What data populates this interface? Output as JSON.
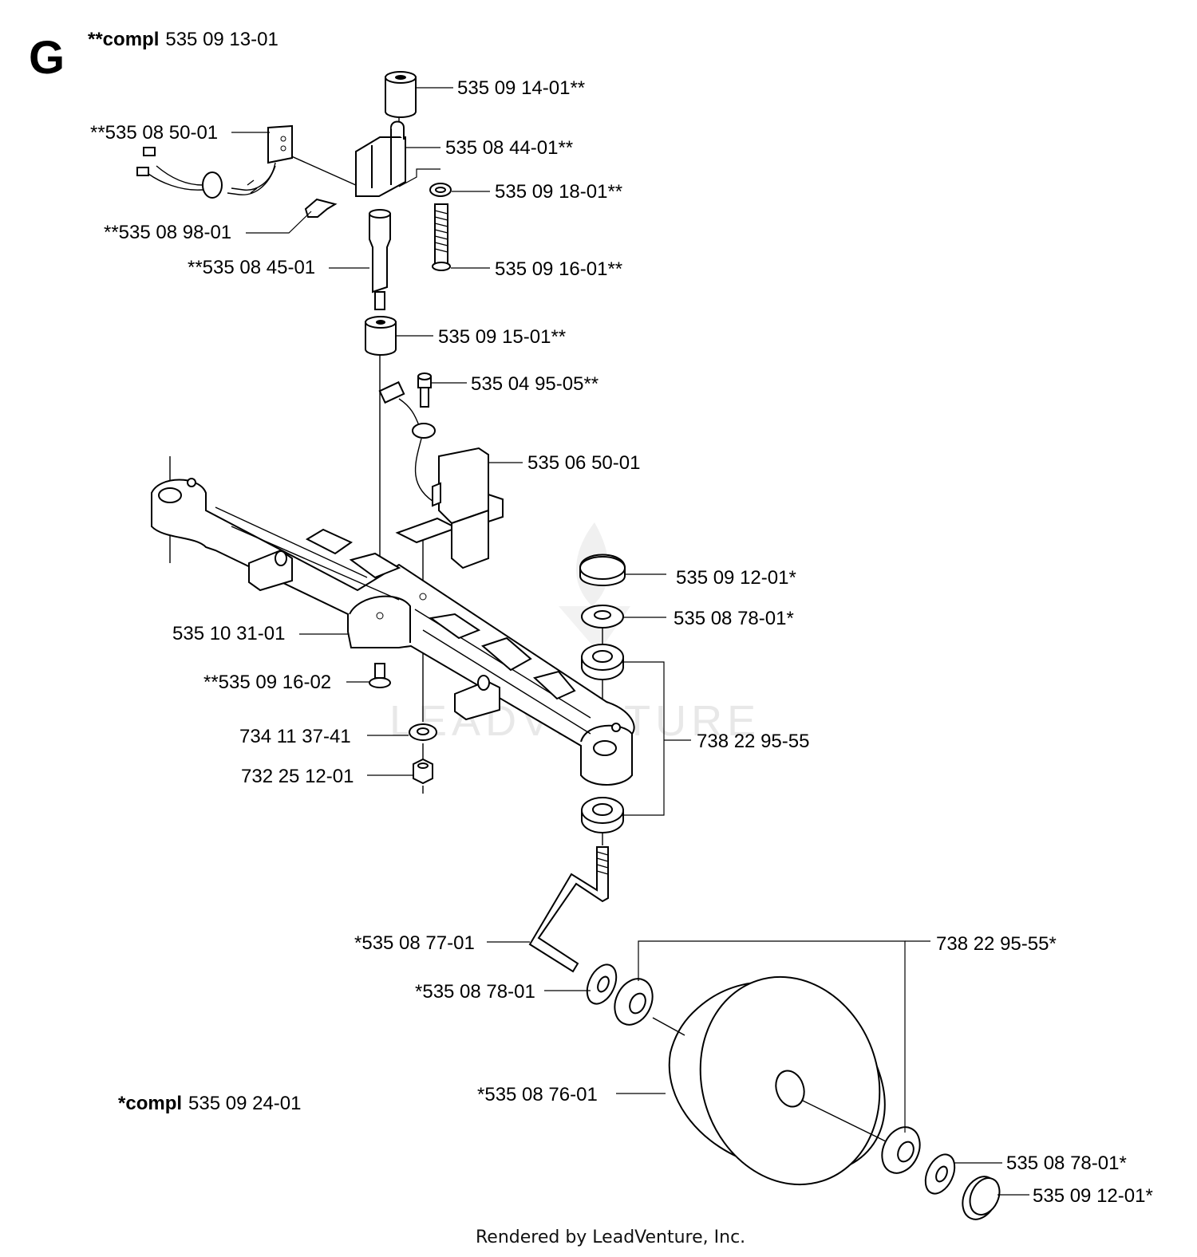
{
  "section_letter": "G",
  "assemblies": {
    "upper": {
      "prefix": "**compl",
      "number": "535 09 13-01"
    },
    "lower": {
      "prefix": "*compl",
      "number": "535 09 24-01"
    }
  },
  "labels": {
    "cap_top": "535 09 14-01**",
    "sensor_wire": "**535 08 50-01",
    "bracket": "535 08 44-01**",
    "washer_top": "535 09 18-01**",
    "clip": "**535 08 98-01",
    "bolt": "535 09 16-01**",
    "shaft": "**535 08 45-01",
    "cap_lower": "535 09 15-01**",
    "screw": "535 04 95-05**",
    "module": "535 06 50-01",
    "wheel_cap_top": "535 09 12-01*",
    "washer_mid": "535 08 78-01*",
    "frame": "535 10 31-01",
    "screw_small": "**535 09 16-02",
    "bearing_pair": "738 22 95-55",
    "washer_bottom": "734 11 37-41",
    "nut": "732 25 12-01",
    "axle": "*535 08 77-01",
    "bearing_pair_wheel": "738 22 95-55*",
    "washer_wheel": "*535 08 78-01",
    "wheel": "*535 08 76-01",
    "washer_right": "535 08 78-01*",
    "wheel_cap_right": "535 09 12-01*"
  },
  "watermark": "LEADVENTURE",
  "footer": "Rendered by LeadVenture, Inc."
}
